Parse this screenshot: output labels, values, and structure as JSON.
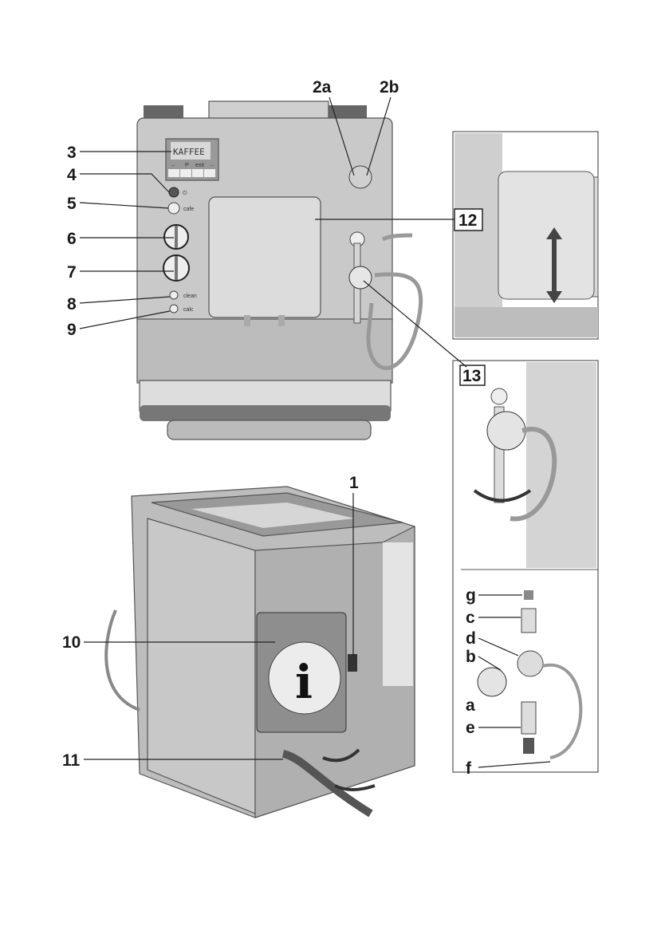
{
  "callouts": {
    "c1": "1",
    "c2a": "2a",
    "c2b": "2b",
    "c3": "3",
    "c4": "4",
    "c5": "5",
    "c6": "6",
    "c7": "7",
    "c8": "8",
    "c9": "9",
    "c10": "10",
    "c11": "11",
    "c12": "12",
    "c13": "13",
    "a": "a",
    "b": "b",
    "c": "c",
    "d": "d",
    "e": "e",
    "f": "f",
    "g": "g"
  },
  "display": {
    "text": "KAFFEE",
    "keys": [
      "←",
      "P",
      "exit",
      "→"
    ]
  },
  "button_labels": {
    "cafe": "cafe",
    "clean": "clean",
    "calc": "calc"
  },
  "info_symbol": "i",
  "colors": {
    "body": "#c4c4c4",
    "dark": "#8a8a8a",
    "light": "#e2e2e2",
    "line": "#222222"
  }
}
